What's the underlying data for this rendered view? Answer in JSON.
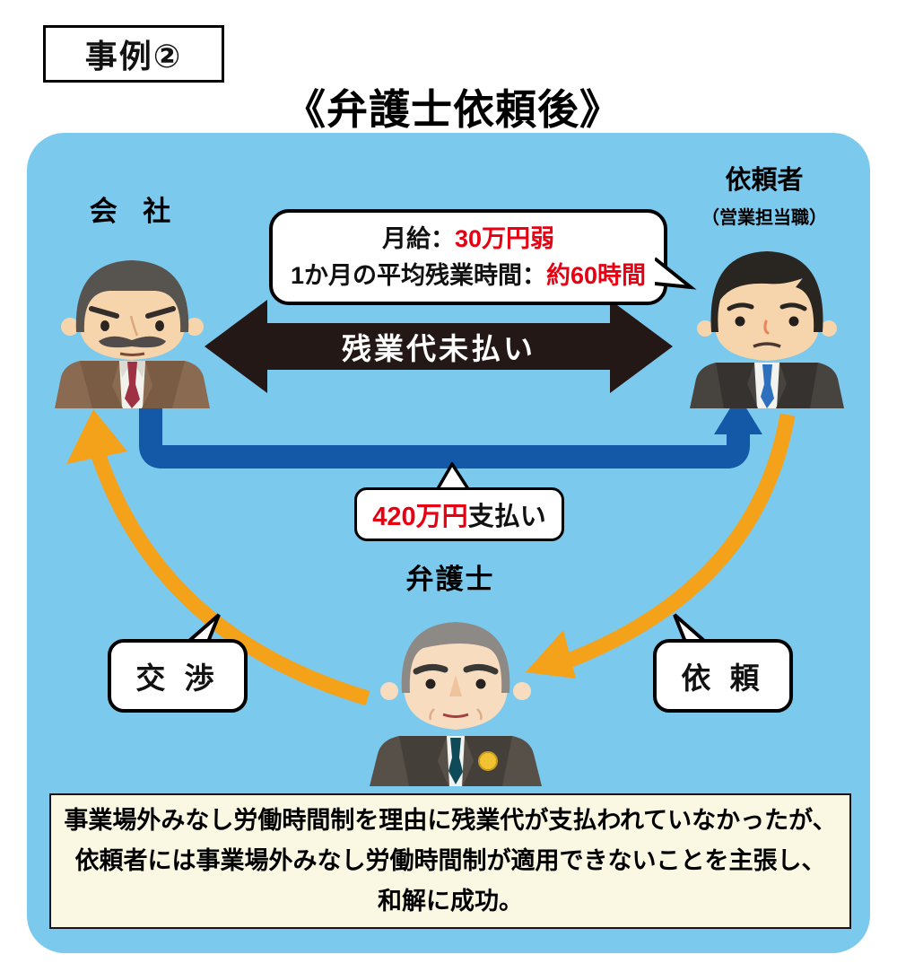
{
  "badge": {
    "label": "事例②"
  },
  "title": "《弁護士依頼後》",
  "panel": {
    "company": {
      "label": "会 社"
    },
    "client": {
      "label": "依頼者",
      "sublabel": "（営業担当職）"
    },
    "info_bubble": {
      "line1_label": "月給：",
      "line1_value": "30万円弱",
      "line2_label": "1か月の平均残業時間：",
      "line2_value": "約60時間"
    },
    "dispute_arrow": {
      "label": "残業代未払い"
    },
    "payment_bubble": {
      "amount": "420万円",
      "suffix": "支払い"
    },
    "lawyer": {
      "label": "弁護士"
    },
    "negotiation_bubble": {
      "label": "交 渉"
    },
    "request_bubble": {
      "label": "依 頼"
    },
    "summary": {
      "lines": [
        "事業場外みなし労働時間制を理由に残業代が支払われていなかったが、",
        "依頼者には事業場外みなし労働時間制が適用できないことを主張し、",
        "和解に成功。"
      ]
    }
  },
  "colors": {
    "panel_bg": "#7CC9EE",
    "dispute_arrow": "#231815",
    "payment_arrow_blue": "#1459A8",
    "flow_arrow_orange": "#F3A219",
    "highlight_red": "#E60012",
    "summary_bg": "#FAF7E3"
  }
}
